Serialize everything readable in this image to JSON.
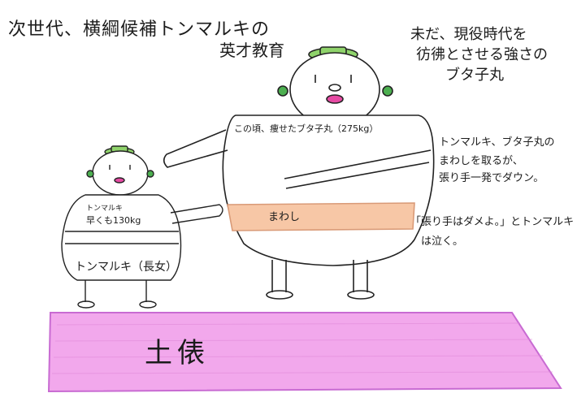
{
  "title": {
    "line1": "次世代、横綱候補トンマルキの",
    "line2": "英才教育"
  },
  "note_top_right": {
    "line1": "未だ、現役時代を",
    "line2": "彷彿とさせる強さの",
    "line3": "ブタ子丸"
  },
  "big_wrestler": {
    "weight_note": "この頃、痩せたブタ子丸（275kg）",
    "mawashi_label": "まわし"
  },
  "small_wrestler": {
    "label_line1": "トンマルキ",
    "label_line2": "早くも130kg",
    "name_label": "トンマルキ（長女）"
  },
  "caption_right": {
    "line1": "トンマルキ、ブタ子丸の",
    "line2": "まわしを取るが、",
    "line3": "張り手一発でダウン。",
    "line4": "「張り手はダメよ。」とトンマルキ",
    "line5": "は泣く。"
  },
  "dohyo": {
    "label": "土俵"
  },
  "colors": {
    "dohyo_fill": "#f2a8ec",
    "dohyo_stroke": "#c86bd2",
    "mawashi_fill": "#f7c7a6",
    "hat_fill": "#8fd36b",
    "ear_fill": "#4caf50",
    "lip_fill": "#e64aa3",
    "line": "#222222"
  }
}
